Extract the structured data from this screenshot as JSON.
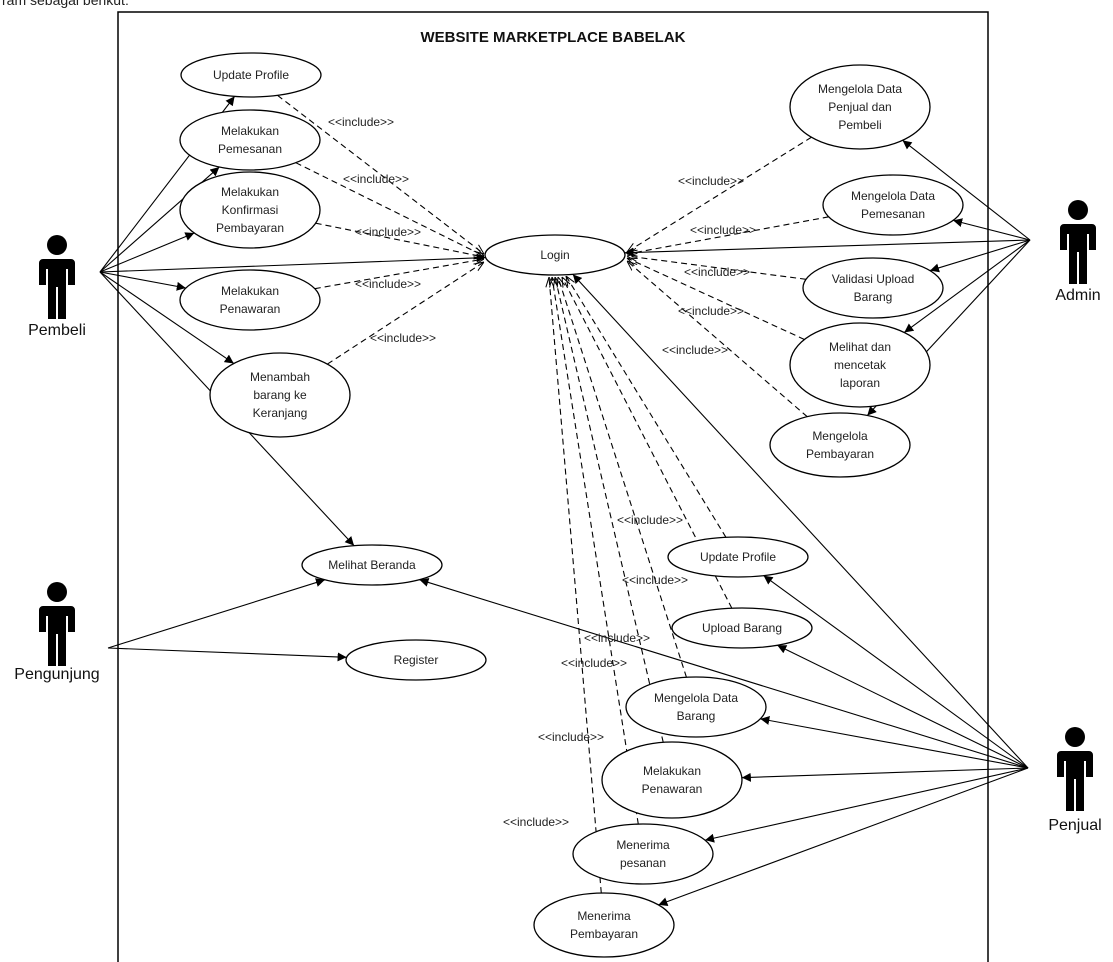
{
  "page_fragment": "ram sebagai berikut:",
  "system": {
    "title": "WEBSITE MARKETPLACE BABELAK"
  },
  "actors": {
    "pembeli": "Pembeli",
    "admin": "Admin",
    "pengunjung": "Pengunjung",
    "penjual": "Penjual"
  },
  "usecases": {
    "login": [
      "Login"
    ],
    "pb_update_profile": [
      "Update Profile"
    ],
    "pb_pemesanan": [
      "Melakukan",
      "Pemesanan"
    ],
    "pb_konfirmasi": [
      "Melakukan",
      "Konfirmasi",
      "Pembayaran"
    ],
    "pb_penawaran": [
      "Melakukan",
      "Penawaran"
    ],
    "pb_keranjang": [
      "Menambah",
      "barang ke",
      "Keranjang"
    ],
    "ad_data_penjual": [
      "Mengelola Data",
      "Penjual dan",
      "Pembeli"
    ],
    "ad_data_pemesanan": [
      "Mengelola Data",
      "Pemesanan"
    ],
    "ad_validasi": [
      "Validasi Upload",
      "Barang"
    ],
    "ad_laporan": [
      "Melihat dan",
      "mencetak",
      "laporan"
    ],
    "ad_pembayaran": [
      "Mengelola",
      "Pembayaran"
    ],
    "beranda": [
      "Melihat Beranda"
    ],
    "register": [
      "Register"
    ],
    "pj_update_profile": [
      "Update Profile"
    ],
    "pj_upload": [
      "Upload Barang"
    ],
    "pj_data_barang": [
      "Mengelola Data",
      "Barang"
    ],
    "pj_penawaran": [
      "Melakukan",
      "Penawaran"
    ],
    "pj_pesanan": [
      "Menerima",
      "pesanan"
    ],
    "pj_pembayaran": [
      "Menerima",
      "Pembayaran"
    ]
  },
  "include_label": "<<include>>"
}
